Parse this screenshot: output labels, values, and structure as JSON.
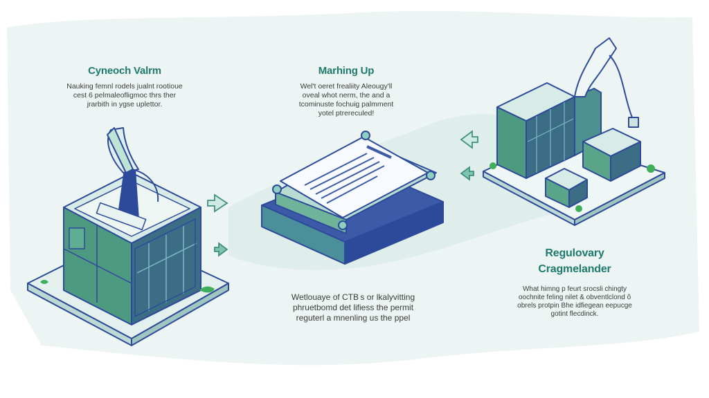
{
  "steps": [
    {
      "title": "Cyneoch Valrm",
      "body": [
        "Nauking femnl rodels jualnt rootioue",
        "cest 6 pelmaleofligmoc thrs ther",
        "jrarbith in ygse uplettor."
      ]
    },
    {
      "title": "Marhing Up",
      "body": [
        "Wel't oeret frealiity Aleougy'll",
        "oveal whot nerm, the and a",
        "tcominuste fochuig palmment",
        "yotel ptrereculed!"
      ]
    },
    {
      "title": "",
      "body": [
        "Wetlouaye of CTB s or lkalyvitting",
        "phruetbomd det lifiess the permit",
        "reguterl a mnenling us the ppel"
      ]
    },
    {
      "title_lines": [
        "Regulovary",
        "Cragmelander"
      ],
      "body": [
        "What himng p feurt srocsli chingty",
        "oochnite feling nilet & obventlclond ô",
        "obrels protpin Bhe idfiegean eepucge",
        "gotint flecdinck."
      ]
    }
  ],
  "icons": [
    "building-robot-arm-icon",
    "document-stack-icon",
    "city-buildings-icon",
    "arrow-right-icon"
  ],
  "colors": {
    "title": "#1e7a6c",
    "outline": "#2d4a9a",
    "teal": "#3f8f7f",
    "wash": "#e8f2f1"
  }
}
